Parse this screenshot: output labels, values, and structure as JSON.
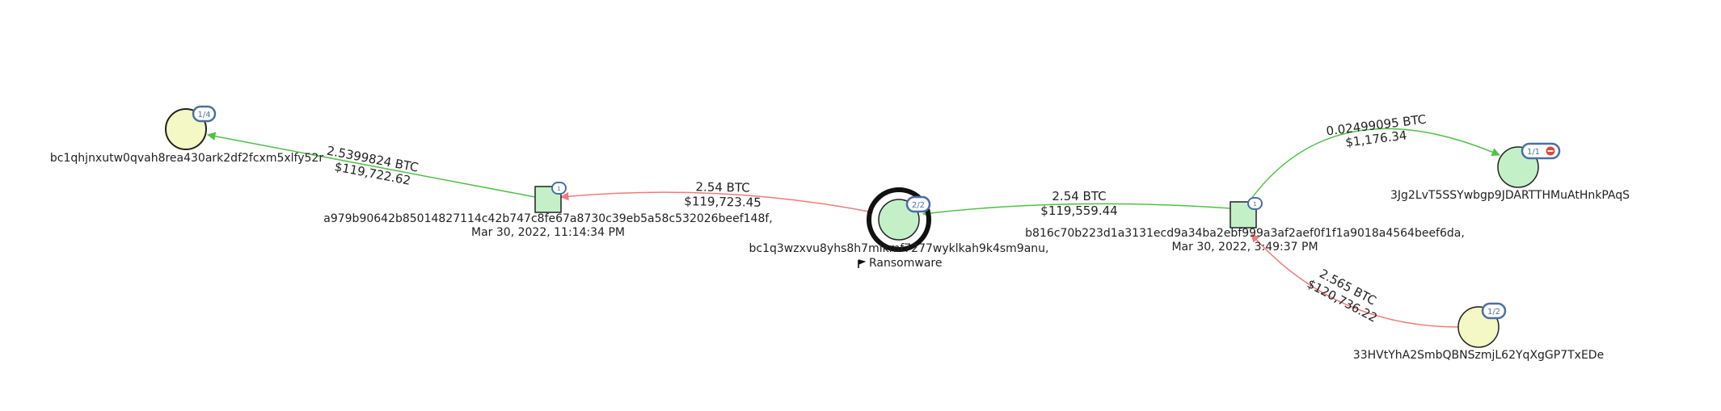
{
  "colors": {
    "incoming_edge": "#4fc244",
    "outgoing_edge": "#f07b7b",
    "address_node_fill": "#f3f8c4",
    "focus_node_fill": "#c4f0c8",
    "tx_node_fill": "#c4f0c8",
    "badge_border": "#4a6fa5",
    "stop_badge": "#e0473c"
  },
  "nodes": {
    "addr_left": {
      "address": "bc1qhjnxutw0qvah8rea430ark2df2fcxm5xlfy52r",
      "badge": "1/4"
    },
    "tx_left": {
      "txid": "a979b90642b85014827114c42b747c8fe67a8730c39eb5a58c532026beef148f,",
      "date": "Mar 30, 2022, 11:14:34 PM"
    },
    "focus": {
      "address": "bc1q3wzxvu8yhs8h7mlkmf7277wyklkah9k4sm9anu,",
      "tag": "Ransomware",
      "badge": "2/2"
    },
    "tx_right": {
      "txid": "b816c70b223d1a3131ecd9a34ba2ebf999a3af2aef0f1f1a9018a4564beef6da,",
      "date": "Mar 30, 2022, 3:49:37 PM"
    },
    "addr_top_right": {
      "address": "3Jg2LvT5SSYwbgp9JDARTTHMuAtHnkPAqS",
      "badge": "1/1"
    },
    "addr_bottom_right": {
      "address": "33HVtYhA2SmbQBNSzmjL62YqXgGP7TxEDe",
      "badge": "1/2"
    }
  },
  "edges": {
    "tx_left_to_addr_left": {
      "btc": "2.5399824 BTC",
      "usd": "$119,722.62"
    },
    "focus_to_tx_left": {
      "btc": "2.54 BTC",
      "usd": "$119,723.45"
    },
    "tx_right_to_focus": {
      "btc": "2.54 BTC",
      "usd": "$119,559.44"
    },
    "tx_right_to_addr_top_right": {
      "btc": "0.02499095 BTC",
      "usd": "$1,176.34"
    },
    "addr_bottom_right_to_tx_right": {
      "btc": "2.565 BTC",
      "usd": "$120,736.22"
    }
  }
}
